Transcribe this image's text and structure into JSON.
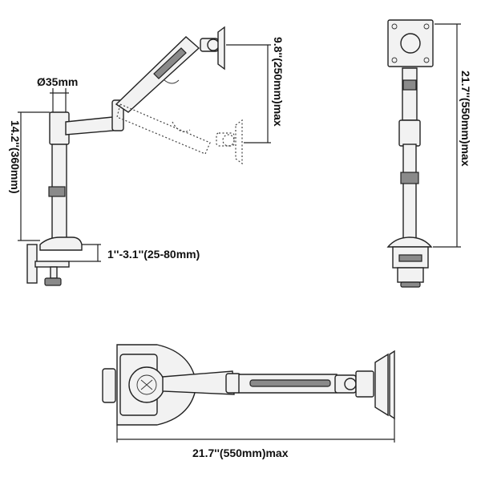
{
  "dimensions": {
    "clamp_diameter": "Ø35mm",
    "arm_vertical_range": "9.8''(250mm)max",
    "pole_height": "14.2''(360mm)",
    "desk_thickness": "1''-3.1''(25-80mm)",
    "total_height": "21.7''(550mm)max",
    "total_reach": "21.7''(550mm)max"
  }
}
